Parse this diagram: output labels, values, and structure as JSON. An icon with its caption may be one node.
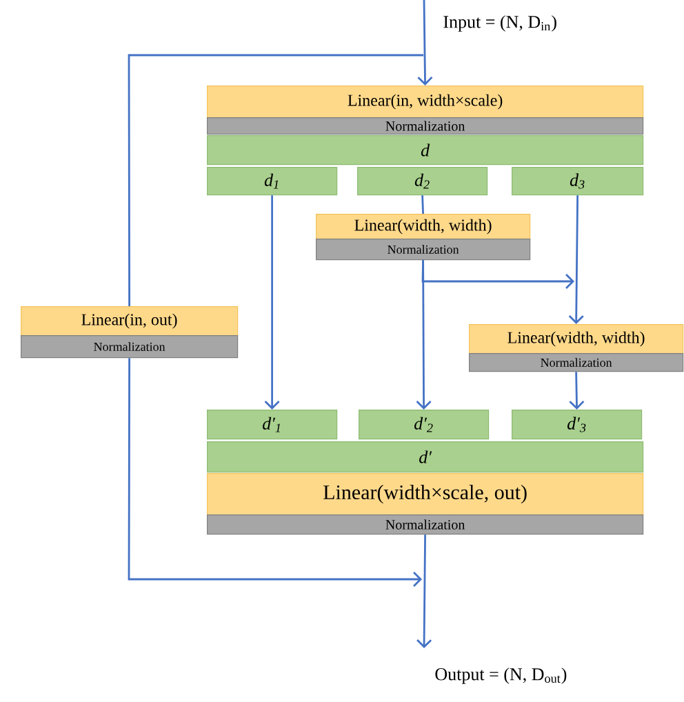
{
  "diagram": {
    "nodes": [
      {
        "text": [
          "Linear(in, width×scale)"
        ]
      },
      {
        "text": [
          "Normalization"
        ]
      },
      {
        "text": [
          "d"
        ]
      },
      {
        "text": [
          "d$_{1}$"
        ]
      },
      {
        "text": [
          "d$_{2}$"
        ]
      },
      {
        "text": [
          "d$_{3}$"
        ]
      },
      {
        "text": [
          "Linear(width, width)"
        ]
      },
      {
        "text": [
          "Normalization"
        ]
      },
      {
        "text": [
          "Linear(in, out)"
        ]
      },
      {
        "text": [
          "Normalization"
        ]
      },
      {
        "text": [
          "Linear(width, width)"
        ]
      },
      {
        "text": [
          "Normalization"
        ]
      },
      {
        "text": [
          "d′$_{1}$"
        ]
      },
      {
        "text": [
          "d′$_{2}$"
        ]
      },
      {
        "text": [
          "d′$_{3}$"
        ]
      },
      {
        "text": [
          "d′"
        ]
      },
      {
        "text": [
          "Linear(width×scale, out)"
        ]
      },
      {
        "text": [
          "Normalization"
        ]
      }
    ],
    "edges": [
      {
        "from": null,
        "to": 0,
        "arrow": "to",
        "label": "Input = (N, D$_{in}$)"
      },
      {
        "from": null,
        "to": 8,
        "arrow": "none"
      },
      {
        "from": 3,
        "to": 12,
        "arrow": "to"
      },
      {
        "from": 4,
        "to": 6,
        "arrow": "none"
      },
      {
        "from": 7,
        "to": 13,
        "arrow": "to"
      },
      {
        "from": 7,
        "to": 10,
        "arrow": "to"
      },
      {
        "from": 5,
        "to": 10,
        "arrow": "to"
      },
      {
        "from": 11,
        "to": 14,
        "arrow": "to"
      },
      {
        "from": 9,
        "to": null,
        "arrow": "to"
      },
      {
        "from": 17,
        "to": null,
        "arrow": "to",
        "label": "Output = (N, D$_{out}$)"
      }
    ]
  }
}
